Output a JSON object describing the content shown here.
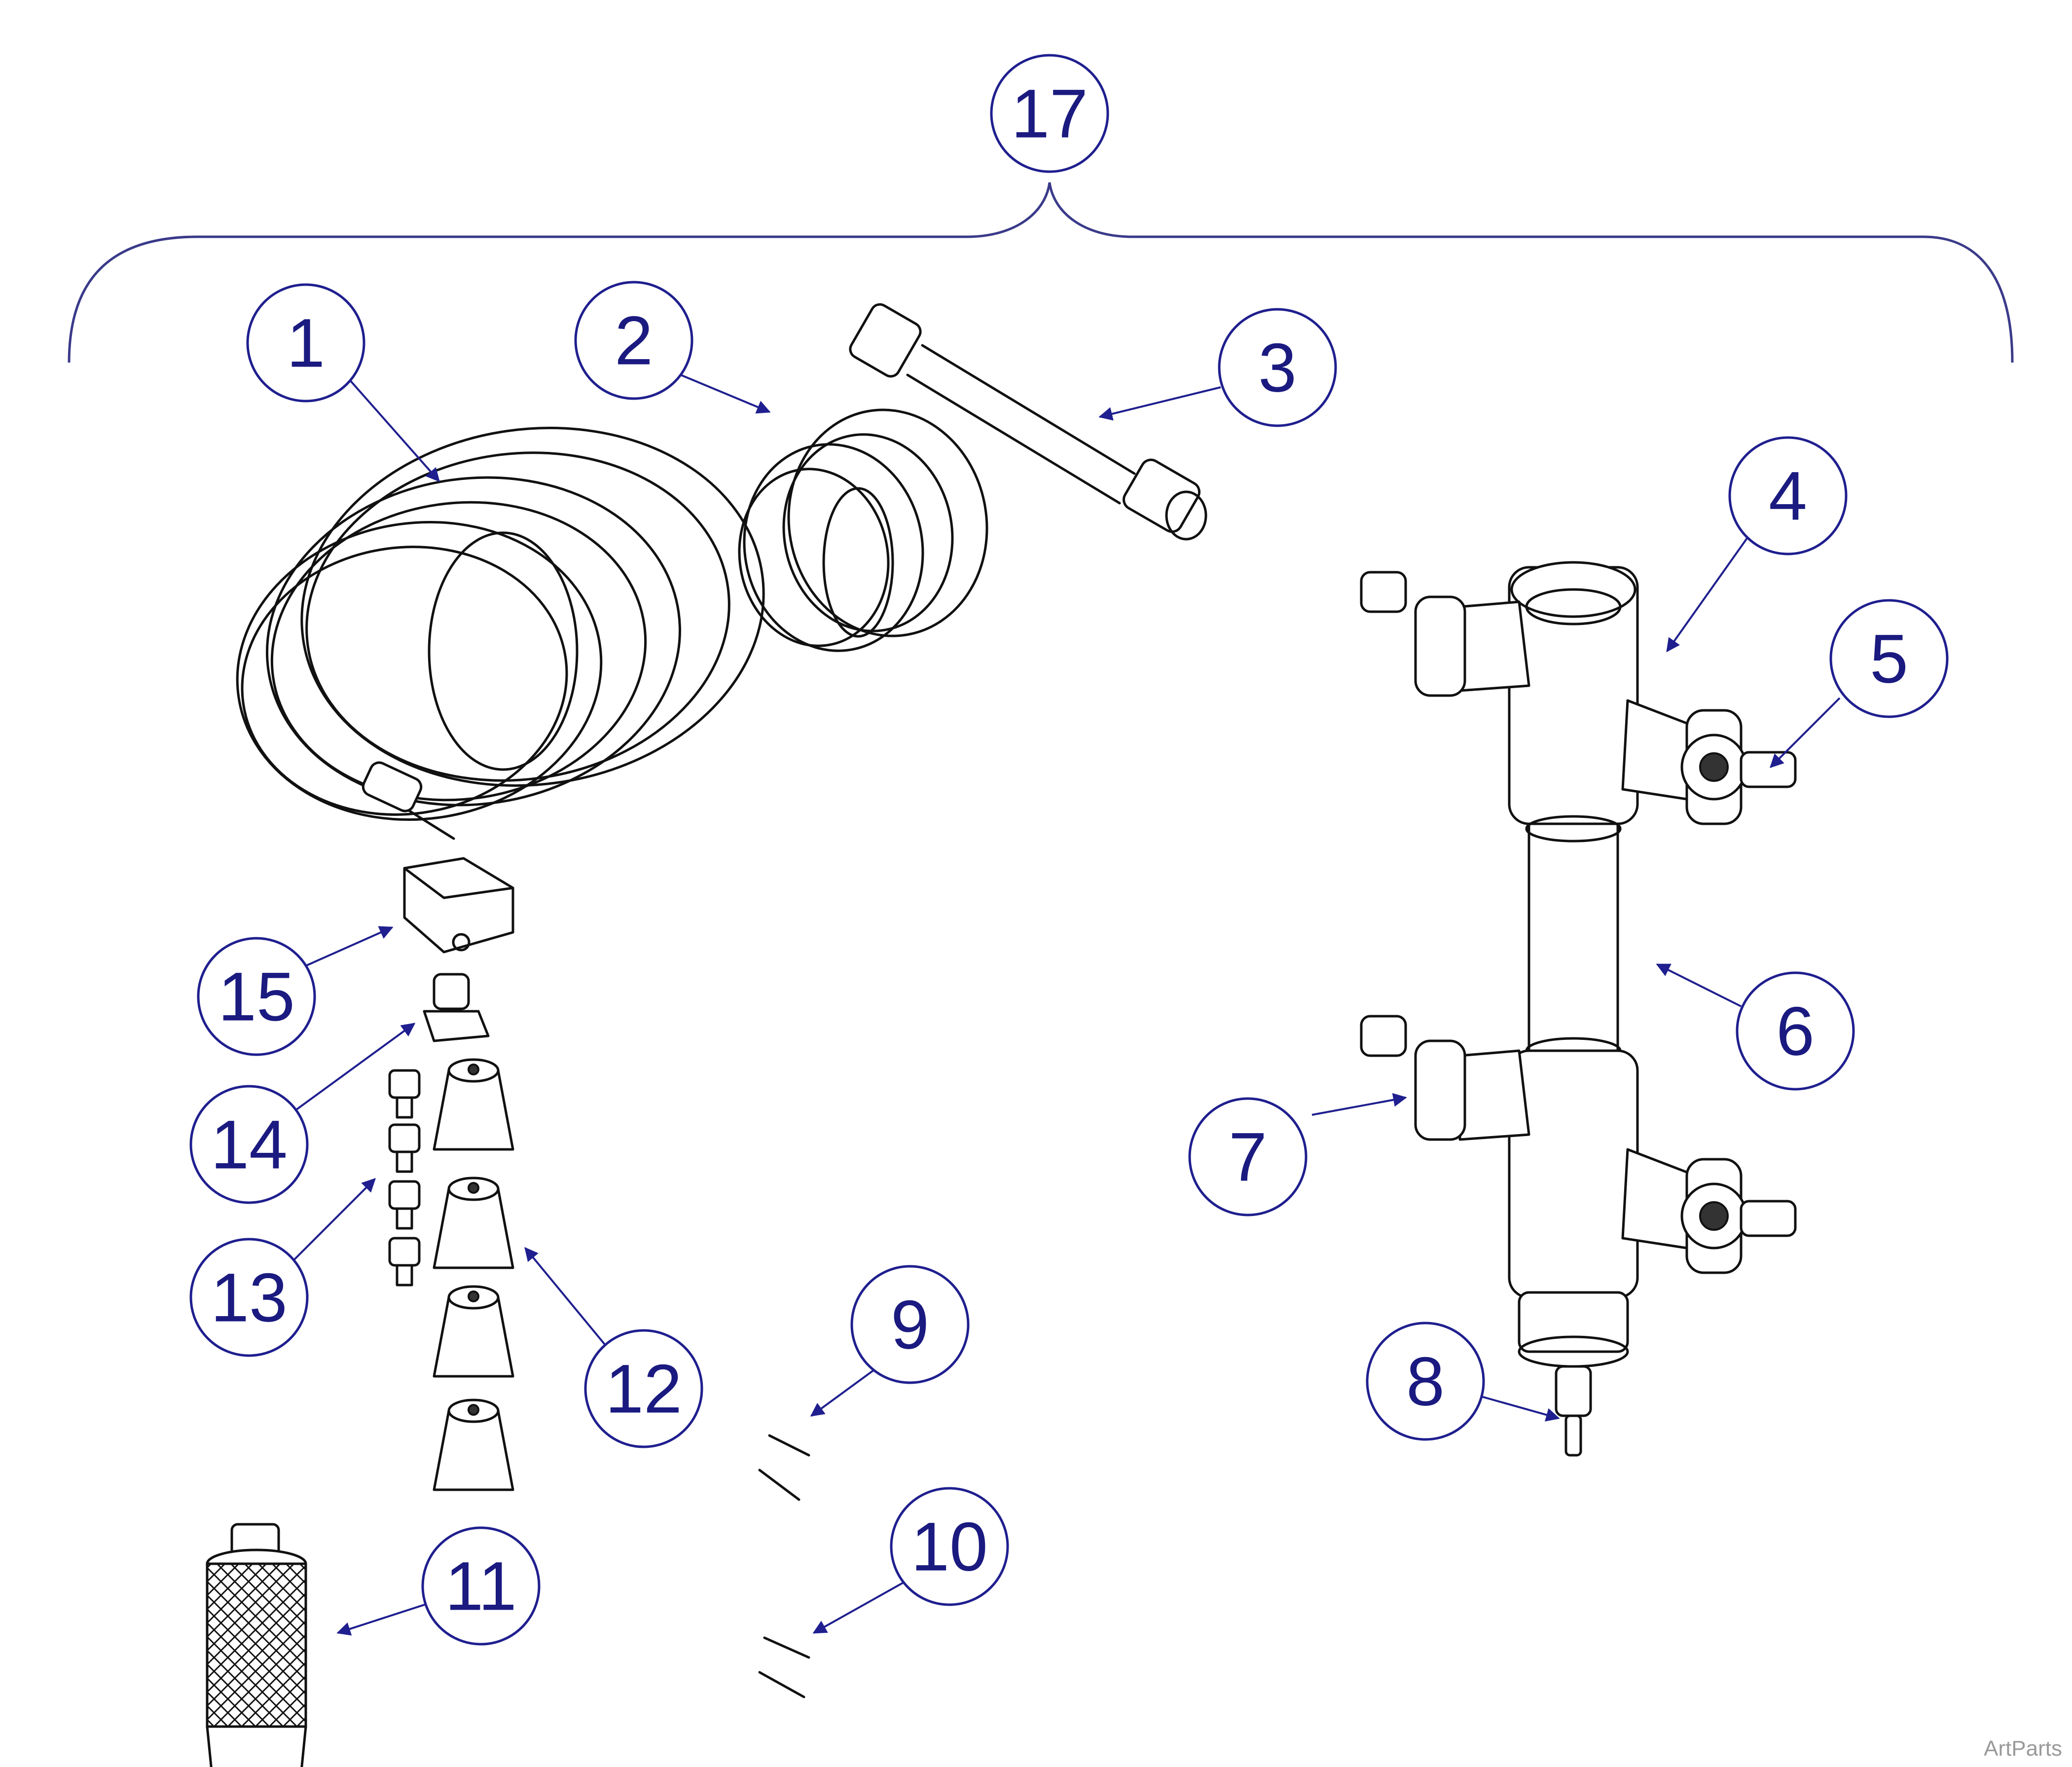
{
  "callouts": [
    {
      "label": "1"
    },
    {
      "label": "2"
    },
    {
      "label": "3"
    },
    {
      "label": "4"
    },
    {
      "label": "5"
    },
    {
      "label": "6"
    },
    {
      "label": "7"
    },
    {
      "label": "8"
    },
    {
      "label": "9"
    },
    {
      "label": "10"
    },
    {
      "label": "11"
    },
    {
      "label": "12"
    },
    {
      "label": "13"
    },
    {
      "label": "14"
    },
    {
      "label": "15"
    },
    {
      "label": "17"
    }
  ],
  "watermark": "ArtParts",
  "colors": {
    "callout": "#1a1a80",
    "line": "#111111"
  }
}
